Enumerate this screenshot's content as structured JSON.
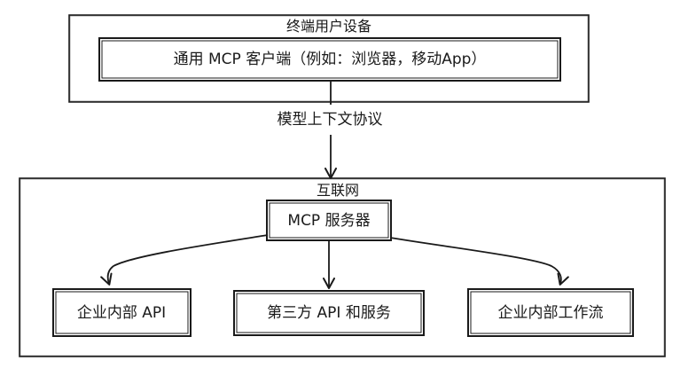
{
  "device_group": {
    "title": "终端用户设备"
  },
  "client": {
    "label": "通用 MCP 客户端（例如：浏览器，移动App）"
  },
  "protocol": {
    "label": "模型上下文协议"
  },
  "internet_group": {
    "title": "互联网"
  },
  "server": {
    "label": "MCP 服务器"
  },
  "targets": [
    {
      "label": "企业内部 API"
    },
    {
      "label": "第三方 API 和服务"
    },
    {
      "label": "企业内部工作流"
    }
  ],
  "colors": {
    "stroke": "#1a1a1a",
    "fill": "#ffffff"
  }
}
